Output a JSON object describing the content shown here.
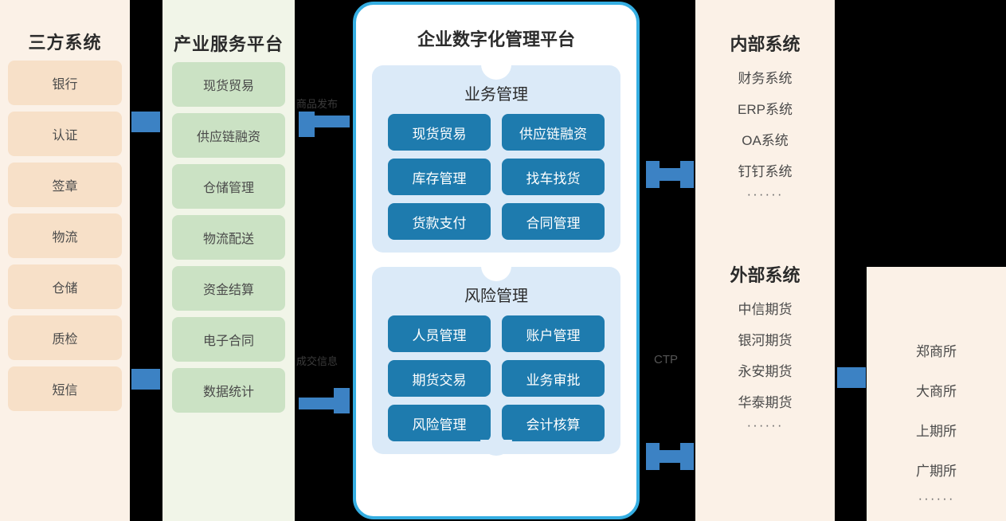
{
  "third_party": {
    "title": "三方系统",
    "items": [
      "银行",
      "认证",
      "签章",
      "物流",
      "仓储",
      "质检",
      "短信"
    ]
  },
  "industry_platform": {
    "title": "产业服务平台",
    "items": [
      "现货贸易",
      "供应链融资",
      "仓储管理",
      "物流配送",
      "资金结算",
      "电子合同",
      "数据统计"
    ]
  },
  "phone": {
    "title": "企业数字化管理平台",
    "sections": [
      {
        "title": "业务管理",
        "buttons": [
          "现货贸易",
          "供应链融资",
          "库存管理",
          "找车找货",
          "货款支付",
          "合同管理"
        ]
      },
      {
        "title": "风险管理",
        "buttons": [
          "人员管理",
          "账户管理",
          "期货交易",
          "业务审批",
          "风险管理",
          "会计核算"
        ]
      }
    ]
  },
  "systems": {
    "internal": {
      "title": "内部系统",
      "items": [
        "财务系统",
        "ERP系统",
        "OA系统",
        "钉钉系统"
      ],
      "more": "······"
    },
    "external": {
      "title": "外部系统",
      "items": [
        "中信期货",
        "银河期货",
        "永安期货",
        "华泰期货"
      ],
      "more": "······"
    }
  },
  "exchanges": {
    "items": [
      "郑商所",
      "大商所",
      "上期所",
      "广期所"
    ],
    "more": "······"
  },
  "connectors": {
    "left_top_label": "",
    "left_bottom_label": "",
    "goods_publish": "商品发布",
    "deal_info": "成交信息",
    "ctp": "CTP"
  },
  "colors": {
    "accent_blue": "#35AEE2",
    "button_blue": "#1E7BAE",
    "connector_blue": "#3C82C4",
    "card_blue": "#DBEAF8",
    "beige": "#FBF1E7",
    "chip_beige": "#F7E0C8",
    "chip_green": "#CBE2C4",
    "green_panel": "#F1F5E8"
  }
}
